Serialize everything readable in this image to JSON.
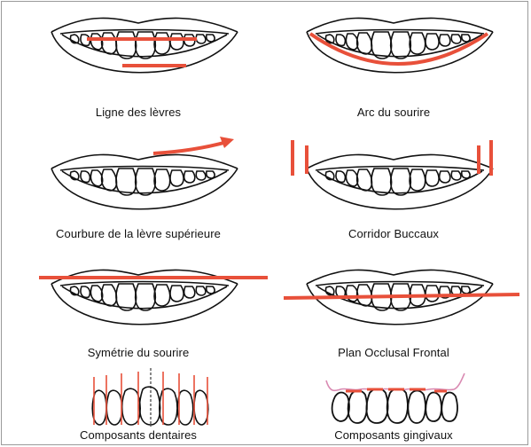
{
  "colors": {
    "line": "#111111",
    "accent": "#e8503a",
    "gumLine": "#d98ab2"
  },
  "panels": [
    {
      "id": "ligne-des-levres",
      "label": "Ligne des lèvres"
    },
    {
      "id": "arc-du-sourire",
      "label": "Arc du sourire"
    },
    {
      "id": "courbure-levre-superieure",
      "label": "Courbure de la lèvre supérieure"
    },
    {
      "id": "corridor-buccaux",
      "label": "Corridor Buccaux"
    },
    {
      "id": "symetrie-du-sourire",
      "label": "Symétrie du sourire"
    },
    {
      "id": "plan-occlusal-frontal",
      "label": "Plan Occlusal Frontal"
    },
    {
      "id": "composants-dentaires",
      "label": "Composants dentaires"
    },
    {
      "id": "composants-gingivaux",
      "label": "Composants gingivaux"
    }
  ]
}
